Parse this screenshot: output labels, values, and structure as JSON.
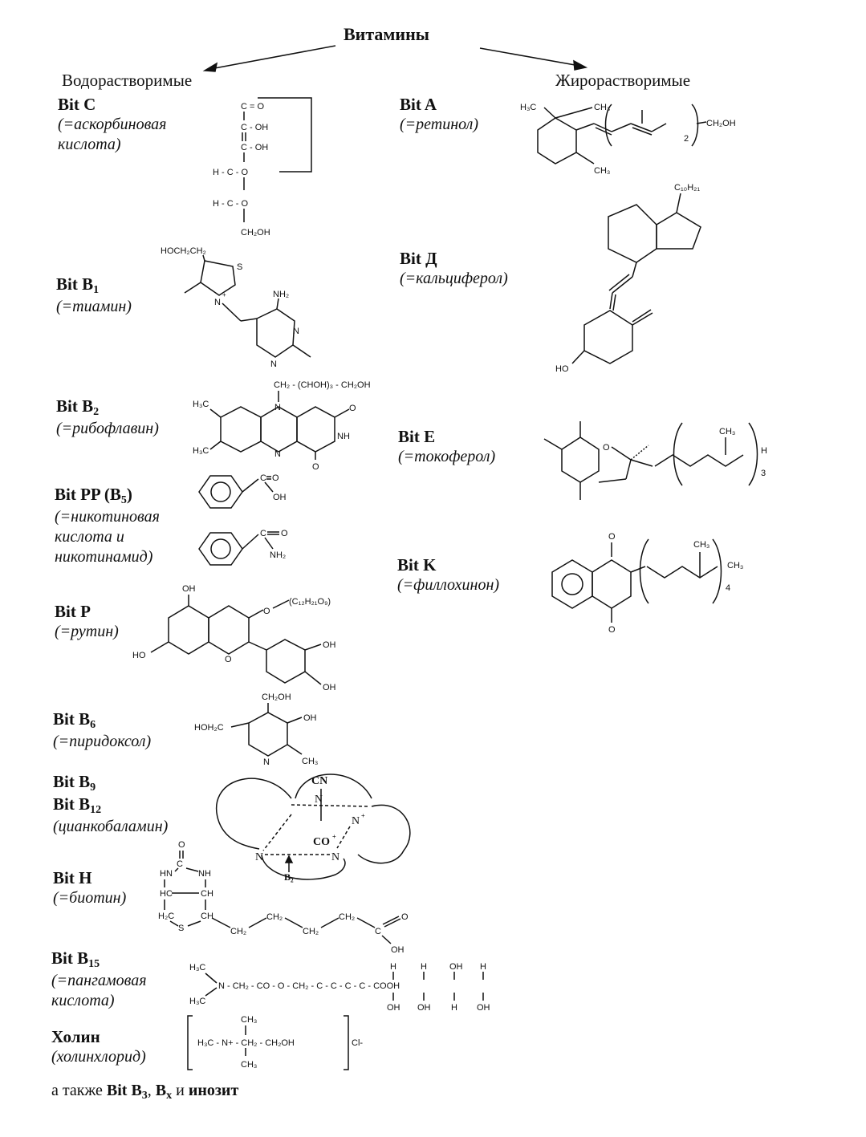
{
  "title": "Витамины",
  "groups": {
    "water": "Водорастворимые",
    "fat": "Жирорастворимые"
  },
  "water_soluble": [
    {
      "name": "Bit C",
      "desc": [
        "(=аскорбиновая",
        "кислота)"
      ]
    },
    {
      "name_main": "Bit B",
      "name_sub": "1",
      "desc": [
        "(=тиамин)"
      ]
    },
    {
      "name_main": "Bit B",
      "name_sub": "2",
      "desc": [
        "(=рибофлавин)"
      ]
    },
    {
      "name_main": "Bit PP (B",
      "name_sub": "5",
      "name_tail": ")",
      "desc": [
        "(=никотиновая",
        "кислота и",
        "никотинамид)"
      ]
    },
    {
      "name": "Bit P",
      "desc": [
        "(=рутин)"
      ]
    },
    {
      "name_main": "Bit B",
      "name_sub": "6",
      "desc": [
        "(=пиридоксол)"
      ]
    },
    {
      "name_main": "Bit B",
      "name_sub": "9"
    },
    {
      "name_main": "Bit B",
      "name_sub": "12",
      "desc": [
        "(цианкобаламин)"
      ]
    },
    {
      "name": "Bit H",
      "desc": [
        "(=биотин)"
      ]
    },
    {
      "name_main": "Bit B",
      "name_sub": "15",
      "desc": [
        "(=пангамовая",
        "кислота)"
      ]
    },
    {
      "name": "Холин",
      "desc": [
        "(холинхлорид)"
      ]
    }
  ],
  "fat_soluble": [
    {
      "name": "Bit A",
      "desc": [
        "(=ретинол)"
      ]
    },
    {
      "name": "Bit Д",
      "desc": [
        "(=кальциферол)"
      ]
    },
    {
      "name": "Bit E",
      "desc": [
        "(=токоферол)"
      ]
    },
    {
      "name": "Bit K",
      "desc": [
        "(=филлохинон)"
      ]
    }
  ],
  "footer": {
    "prefix": "а также ",
    "b3_main": "Bit B",
    "b3_sub": "3",
    "sep": ", ",
    "bx_main": "B",
    "bx_sub": "x",
    "mid": " и ",
    "last": "инозит"
  }
}
